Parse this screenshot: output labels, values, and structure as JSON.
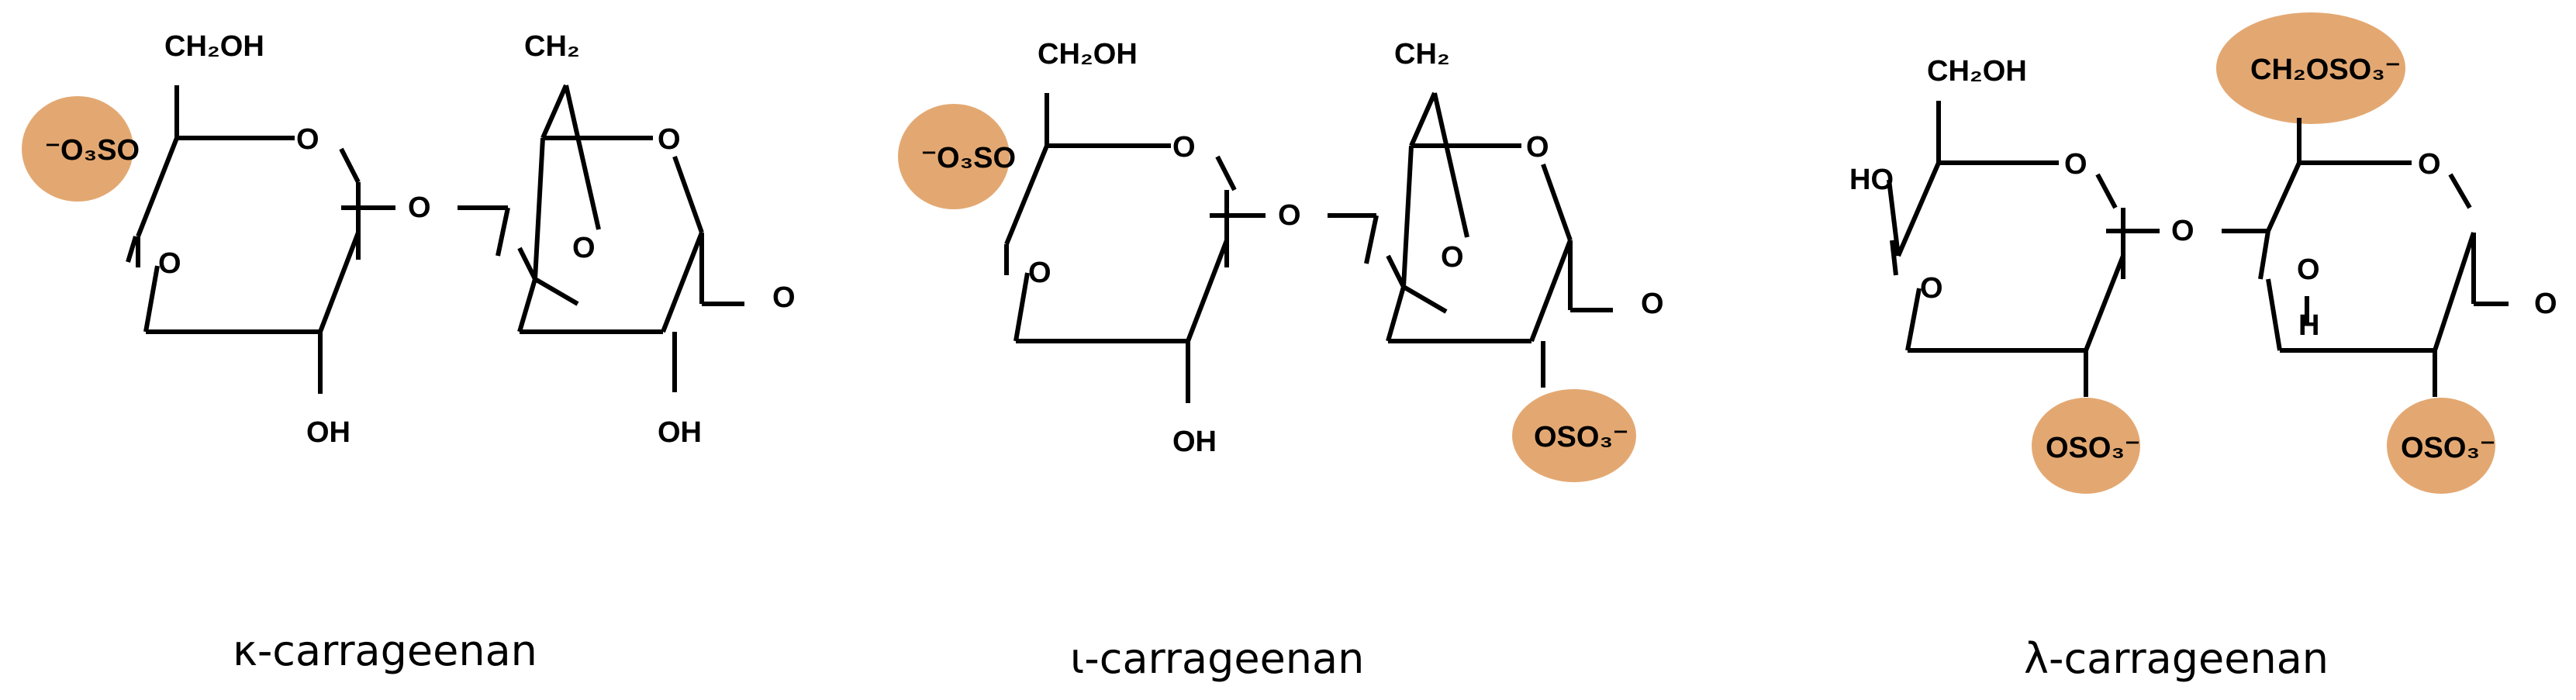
{
  "colors": {
    "sulfate_highlight": "#e3a872",
    "ink": "#000000",
    "background": "#ffffff"
  },
  "structures": [
    {
      "caption": "κ-carrageenan",
      "atoms": {
        "ch2oh": "CH₂OH",
        "ring1_o": "O",
        "ring_o_left": "O",
        "bridge_o": "O",
        "oh_bottom1": "OH",
        "ch2": "CH₂",
        "ring2_o": "O",
        "anhydro_o": "O",
        "oh_bottom2": "OH",
        "chain_o": "O"
      },
      "sulfates": {
        "left": "⁻O₃SO"
      }
    },
    {
      "caption": "ι-carrageenan",
      "atoms": {
        "ch2oh": "CH₂OH",
        "ring1_o": "O",
        "ring_o_left": "O",
        "bridge_o": "O",
        "oh_bottom1": "OH",
        "ch2": "CH₂",
        "ring2_o": "O",
        "anhydro_o": "O",
        "chain_o": "O"
      },
      "sulfates": {
        "left": "⁻O₃SO",
        "bottom_right": "OSO₃⁻"
      }
    },
    {
      "caption": "λ-carrageenan",
      "atoms": {
        "ch2oh": "CH₂OH",
        "ring1_o": "O",
        "ho_left": "HO",
        "ring_o_left": "O",
        "bridge_o": "O",
        "ring2_o": "O",
        "o_mid": "O",
        "h_mid": "H",
        "chain_o": "O"
      },
      "sulfates": {
        "top": "CH₂OSO₃⁻",
        "bottom1": "OSO₃⁻",
        "bottom2": "OSO₃⁻"
      }
    }
  ]
}
